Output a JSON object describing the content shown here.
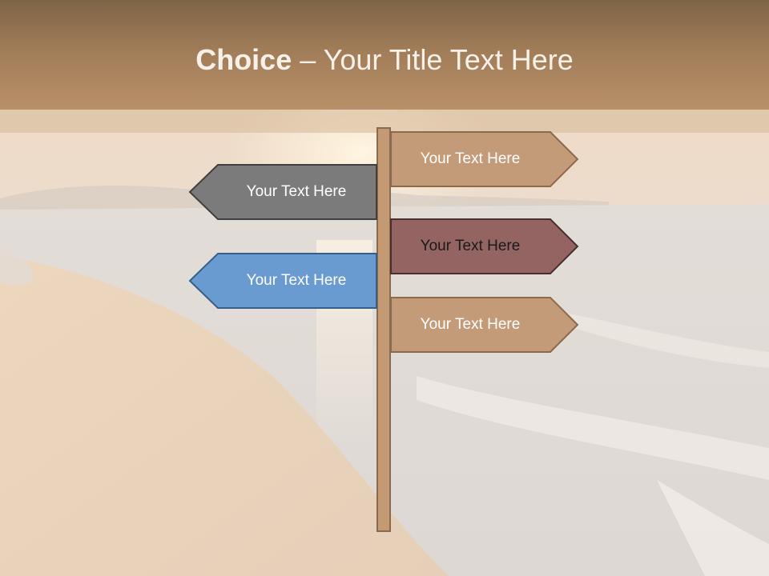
{
  "title": {
    "bold": "Choice",
    "rest": " – Your Title Text Here"
  },
  "signs": [
    {
      "label": "Your Text Here",
      "direction": "right",
      "fill": "#c49b78",
      "stroke": "#8c6a4c",
      "text_color": "#ffffff"
    },
    {
      "label": "Your Text Here",
      "direction": "left",
      "fill": "#7b7b7b",
      "stroke": "#3f3f3f",
      "text_color": "#ffffff"
    },
    {
      "label": "Your Text Here",
      "direction": "right",
      "fill": "#946463",
      "stroke": "#4a2f2e",
      "text_color": "#1a1a1a"
    },
    {
      "label": "Your Text Here",
      "direction": "left",
      "fill": "#6a9bd0",
      "stroke": "#365f88",
      "text_color": "#ffffff"
    },
    {
      "label": "Your Text Here",
      "direction": "right",
      "fill": "#c49b78",
      "stroke": "#8c6a4c",
      "text_color": "#ffffff"
    }
  ],
  "colors": {
    "header": "#a07c58",
    "post": "#c39a74",
    "post_outline": "#8a6a4e"
  },
  "background": "faded beach shoreline at sunset"
}
